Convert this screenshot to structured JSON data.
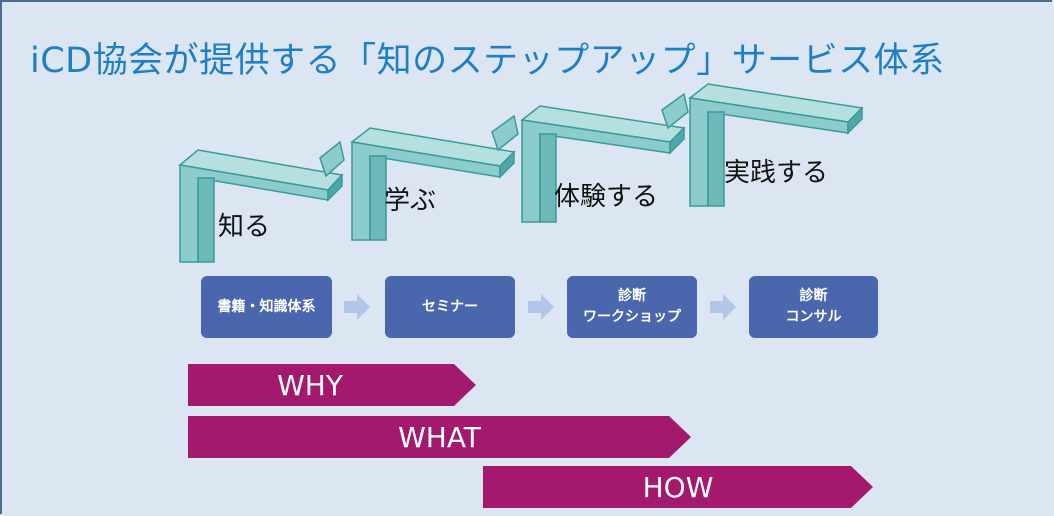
{
  "title": "iCD協会が提供する「知のステップアップ」サービス体系",
  "steps": [
    {
      "label": "知る"
    },
    {
      "label": "学ぶ"
    },
    {
      "label": "体験する"
    },
    {
      "label": "実践する"
    }
  ],
  "services": [
    {
      "line1": "書籍・知識体系",
      "line2": ""
    },
    {
      "line1": "セミナー",
      "line2": ""
    },
    {
      "line1": "診断",
      "line2": "ワークショップ"
    },
    {
      "line1": "診断",
      "line2": "コンサル"
    }
  ],
  "bands": [
    {
      "label": "WHY"
    },
    {
      "label": "WHAT"
    },
    {
      "label": "HOW"
    }
  ],
  "colors": {
    "background": "#dce6f2",
    "title": "#1f7fc4",
    "stair_front": "#8ccccc",
    "stair_edge": "#3a9a9a",
    "box": "#4a66ac",
    "connector": "#b4c6e7",
    "band": "#a3196e"
  }
}
